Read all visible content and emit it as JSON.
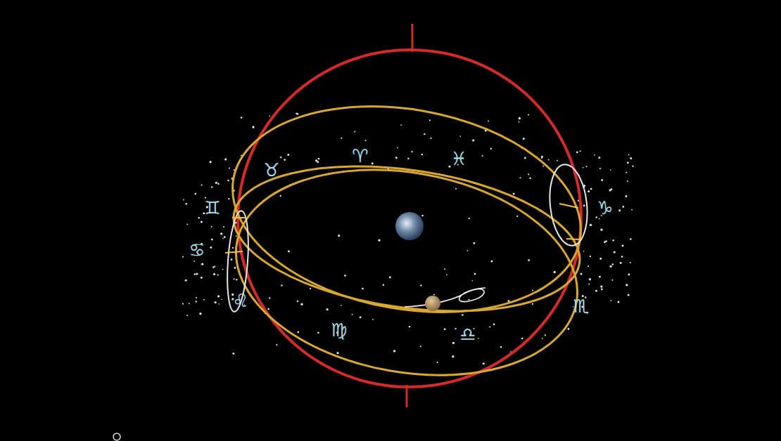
{
  "diagram": {
    "labels": [
      "♉",
      "♈",
      "♓",
      "♊",
      "♋",
      "♌",
      "♍",
      "♎",
      "♏",
      "♑"
    ]
  }
}
